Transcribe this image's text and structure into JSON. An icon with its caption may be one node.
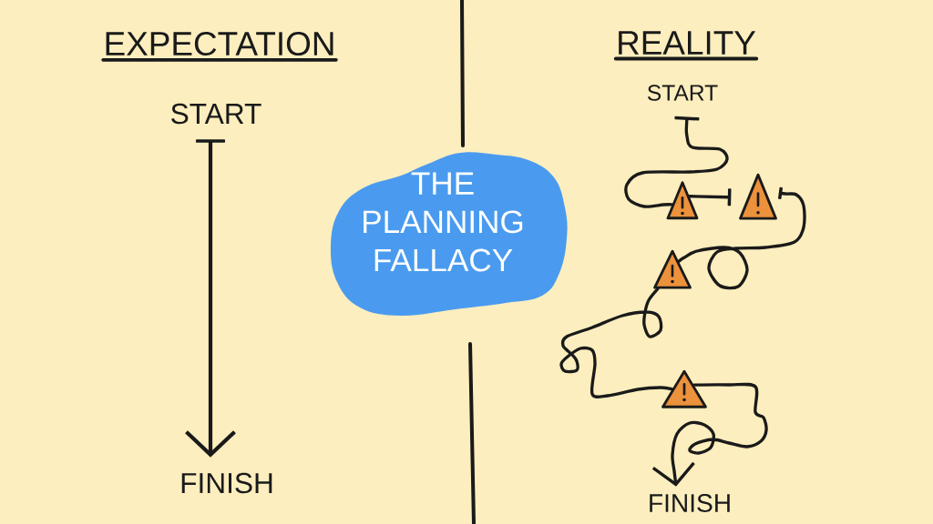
{
  "diagram": {
    "nodes": [
      {
        "text": [
          "START"
        ]
      },
      {
        "text": [
          "FINISH"
        ]
      },
      {
        "text": [
          "THE PLANNING FALLACY"
        ]
      },
      {
        "text": [
          "START"
        ]
      },
      {
        "text": [
          "FINISH"
        ]
      },
      {
        "text": [],
        "shape": "triangle"
      },
      {
        "text": [],
        "shape": "triangle"
      },
      {
        "text": [],
        "shape": "triangle"
      },
      {
        "text": [],
        "shape": "triangle"
      }
    ],
    "edges": [
      {
        "from": 0,
        "to": 1,
        "arrow": "to"
      },
      {
        "from": 3,
        "to": 5,
        "arrow": "other"
      },
      {
        "from": 5,
        "to": 6,
        "arrow": "other"
      },
      {
        "from": 6,
        "to": 7,
        "arrow": "other"
      },
      {
        "from": 7,
        "to": 8,
        "arrow": "none"
      },
      {
        "from": 8,
        "to": 4,
        "arrow": "to"
      }
    ],
    "labels": [
      "EXPECTATION",
      "REALITY"
    ]
  }
}
